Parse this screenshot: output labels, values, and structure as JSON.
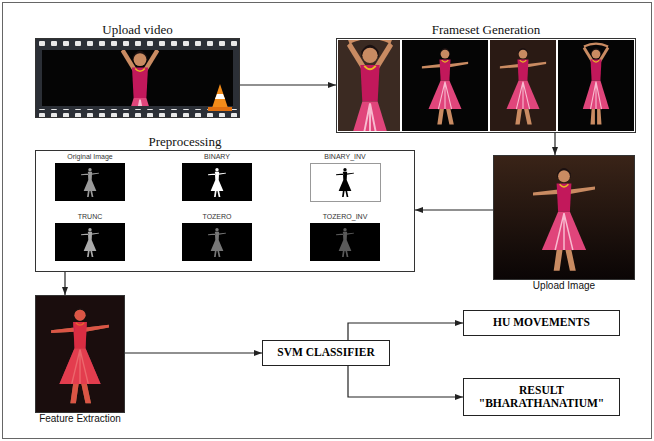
{
  "diagram": {
    "nodes": [
      {
        "text": [
          "Upload video"
        ]
      },
      {
        "text": [
          "Frameset Generation"
        ]
      },
      {
        "text": [
          "Upload Image"
        ]
      },
      {
        "text": [
          "Preprocessing"
        ]
      },
      {
        "text": [
          "Feature Extraction"
        ]
      },
      {
        "text": [
          "SVM CLASSIFIER"
        ]
      },
      {
        "text": [
          "HU MOVEMENTS"
        ]
      },
      {
        "text": [
          "RESULT \"BHARATHANATIUM\""
        ]
      }
    ],
    "edges": [
      {
        "from": 0,
        "to": 1,
        "arrow": "to"
      },
      {
        "from": 1,
        "to": 2,
        "arrow": "to"
      },
      {
        "from": 2,
        "to": 3,
        "arrow": "to"
      },
      {
        "from": 3,
        "to": 4,
        "arrow": "to"
      },
      {
        "from": 4,
        "to": 5,
        "arrow": "to"
      },
      {
        "from": 5,
        "to": 6,
        "arrow": "to"
      },
      {
        "from": 5,
        "to": 7,
        "arrow": "to"
      }
    ],
    "labels": [
      "Original Image",
      "BINARY",
      "BINARY_INV",
      "TRUNC",
      "TOZERO",
      "TOZERO_INV"
    ]
  }
}
